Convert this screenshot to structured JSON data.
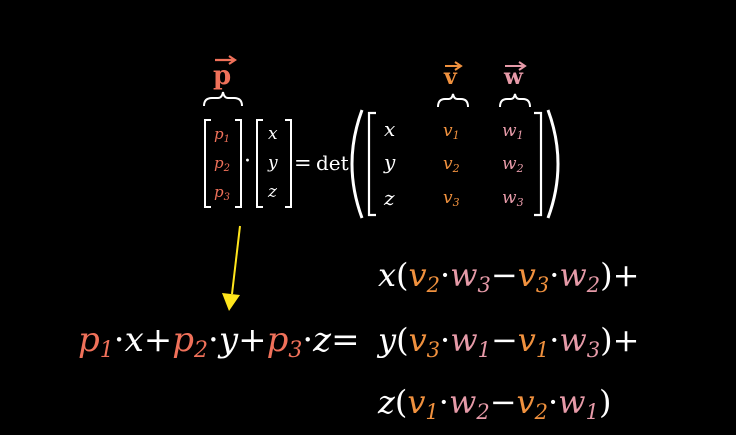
{
  "colors": {
    "background": "#000000",
    "text": "#ffffff",
    "p": "#f0715a",
    "v": "#f0913e",
    "w": "#e69aa8",
    "arrow": "#ffe51c"
  },
  "labels": {
    "p_vec": "p",
    "v_vec": "v",
    "w_vec": "w",
    "det": "det",
    "equals": "=",
    "dot": "·"
  },
  "p_column": {
    "base": "p",
    "subs": [
      "1",
      "2",
      "3"
    ]
  },
  "xyz_column": [
    "x",
    "y",
    "z"
  ],
  "det_matrix": {
    "col1": [
      "x",
      "y",
      "z"
    ],
    "v_base": "v",
    "v_subs": [
      "1",
      "2",
      "3"
    ],
    "w_base": "w",
    "w_subs": [
      "1",
      "2",
      "3"
    ]
  },
  "lhs_expansion": {
    "p": "p",
    "s1": "1",
    "s2": "2",
    "s3": "3",
    "x": "x",
    "y": "y",
    "z": "z",
    "plus": "+",
    "dot": "·"
  },
  "cross_expansion": {
    "row1": {
      "lead": "x",
      "a": "v",
      "as": "2",
      "b": "w",
      "bs": "3",
      "c": "v",
      "cs": "3",
      "d": "w",
      "ds": "2",
      "tail": ")+"
    },
    "row2": {
      "lead": "y",
      "a": "v",
      "as": "3",
      "b": "w",
      "bs": "1",
      "c": "v",
      "cs": "1",
      "d": "w",
      "ds": "3",
      "tail": ")+"
    },
    "row3": {
      "lead": "z",
      "a": "v",
      "as": "1",
      "b": "w",
      "bs": "2",
      "c": "v",
      "cs": "2",
      "d": "w",
      "ds": "1",
      "tail": ")"
    },
    "open": "(",
    "minus": "−",
    "dot": "·"
  }
}
